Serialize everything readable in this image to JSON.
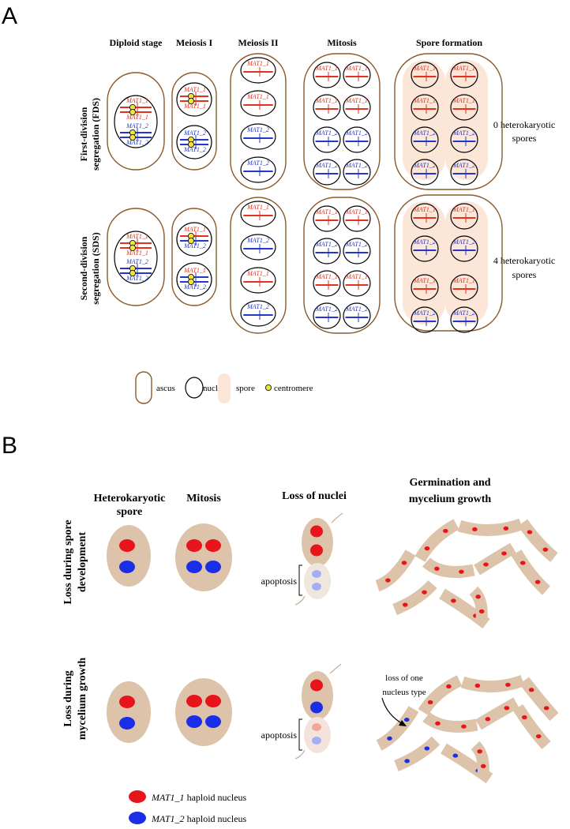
{
  "panel_a": {
    "letter": "A",
    "stages": [
      "Diploid stage",
      "Meiosis I",
      "Meiosis II",
      "Mitosis",
      "Spore formation"
    ],
    "rows": [
      {
        "label_line1": "First-division",
        "label_line2": "segregation (FDS)",
        "result_line1": "0 heterokaryotic",
        "result_line2": "spores"
      },
      {
        "label_line1": "Second-division",
        "label_line2": "segregation (SDS)",
        "result_line1": "4 heterokaryotic",
        "result_line2": "spores"
      }
    ],
    "alleles": {
      "a1": "MAT1_1",
      "a2": "MAT1_2"
    },
    "colors": {
      "a1": "#e0321f",
      "a2": "#2338c8",
      "ascus": "#8a5a2b",
      "spore": "#fbe6d8",
      "centromere": "#f2e23a"
    },
    "legend": {
      "ascus": "ascus",
      "nucleus": "nucleus",
      "spore": "spore",
      "centromere": "centromere"
    },
    "fds": {
      "meiosis2": [
        "a1",
        "a1",
        "a2",
        "a2"
      ],
      "mitosis": [
        "a1",
        "a1",
        "a1",
        "a1",
        "a2",
        "a2",
        "a2",
        "a2"
      ],
      "spores": [
        "a1",
        "a1",
        "a1",
        "a1",
        "a2",
        "a2",
        "a2",
        "a2"
      ]
    },
    "sds": {
      "meiosis2": [
        "a1",
        "a2",
        "a1",
        "a2"
      ],
      "mitosis": [
        "a1",
        "a1",
        "a2",
        "a2",
        "a1",
        "a1",
        "a2",
        "a2"
      ],
      "spores": [
        "a1",
        "a1",
        "a2",
        "a2",
        "a1",
        "a1",
        "a2",
        "a2"
      ]
    }
  },
  "panel_b": {
    "letter": "B",
    "columns": [
      {
        "line1": "Heterokaryotic",
        "line2": "spore"
      },
      {
        "line1": "Mitosis",
        "line2": ""
      },
      {
        "line1": "Loss of nuclei",
        "line2": ""
      },
      {
        "line1": "Germination and",
        "line2": "mycelium growth"
      }
    ],
    "rows": [
      {
        "line1": "Loss during spore",
        "line2": "development"
      },
      {
        "line1": "Loss during",
        "line2": "mycelium growth"
      }
    ],
    "apoptosis": "apoptosis",
    "loss_note_line1": "loss of one",
    "loss_note_line2": "nucleus type",
    "legend": [
      {
        "allele": "MAT1_1",
        "text": " haploid nucleus",
        "color": "#e8141c"
      },
      {
        "allele": "MAT1_2",
        "text": " haploid nucleus",
        "color": "#1a2ee8"
      }
    ],
    "colors": {
      "cell": "#dcc3a9",
      "red": "#e8141c",
      "blue": "#1a2ee8",
      "septum": "#8a5a2b"
    }
  }
}
